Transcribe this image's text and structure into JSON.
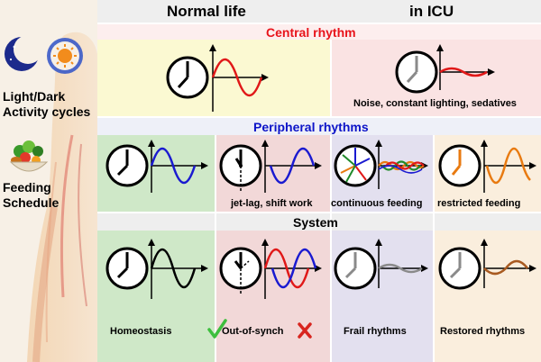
{
  "colors": {
    "central_title": "#e8141b",
    "peripheral_title": "#0c14c8",
    "system_title": "#000000",
    "normal_wave": "#e01818",
    "blue_wave": "#1a1ad0",
    "orange_wave": "#e87a10",
    "grey_wave": "#8a8a8a",
    "brown_wave": "#a85a20",
    "green_wave": "#1f8a2a",
    "check_mark": "#3dbf3d",
    "cross_mark": "#d8251f"
  },
  "header": {
    "normal_life": "Normal life",
    "in_icu": "in ICU"
  },
  "sidebar": {
    "light_dark_line1": "Light/Dark",
    "light_dark_line2": "Activity cycles",
    "feeding_line1": "Feeding",
    "feeding_line2": "Schedule",
    "icons": [
      "moon-icon",
      "sun-icon",
      "food-bowl-icon"
    ]
  },
  "sections": {
    "central": "Central rhythm",
    "peripheral": "Peripheral rhythms",
    "system": "System"
  },
  "captions": {
    "central_icu": "Noise, constant lighting, sedatives",
    "jetlag": "jet-lag, shift work",
    "continuous": "continuous feeding",
    "restricted": "restricted feeding",
    "homeostasis": "Homeostasis",
    "out_of_synch": "Out-of-synch",
    "frail": "Frail rhythms",
    "restored": "Restored rhythms"
  }
}
